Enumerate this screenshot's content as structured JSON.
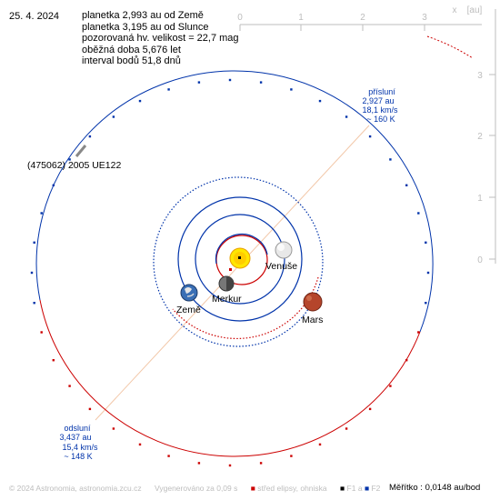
{
  "date": "25. 4. 2024",
  "info": {
    "line1": "planetka 2,993 au od Země",
    "line2": "planetka 3,195 au od Slunce",
    "line3": "pozorovaná hv. velikost = 22,7 mag",
    "line4": "oběžná doba 5,676 let",
    "line5": "interval bodů 51,8 dnů"
  },
  "axis": {
    "unit": "[au]",
    "x_label": "x",
    "x_ticks": [
      "0",
      "1",
      "2",
      "3"
    ],
    "y_ticks": [
      "3",
      "2",
      "1",
      "0"
    ]
  },
  "asteroid": {
    "name": "(475062) 2005 UE122"
  },
  "perihelion": {
    "title": "přísluní",
    "distance": "2,927 au",
    "speed": "18,1 km/s",
    "temp": "~ 160 K"
  },
  "aphelion": {
    "title": "odsluní",
    "distance": "3,437 au",
    "speed": "15,4 km/s",
    "temp": "~ 148 K"
  },
  "planets": {
    "venus": "Venuše",
    "mercury": "Merkur",
    "earth": "Země",
    "mars": "Mars"
  },
  "footer": {
    "copyright": "© 2024 Astronomia, astronomia.zcu.cz",
    "generated": "Vygenerováno za 0,09 s",
    "legend_center": "střed elipsy, ohniska",
    "legend_f1": "F1 a",
    "legend_f2": "F2",
    "scale": "Měřítko : 0,0148 au/bod"
  },
  "colors": {
    "orbit_above": "#0033aa",
    "orbit_below": "#cc0000",
    "apsis_line": "#f2c7a8",
    "sun": "#ffcc00",
    "axis": "#bdbdbd"
  }
}
